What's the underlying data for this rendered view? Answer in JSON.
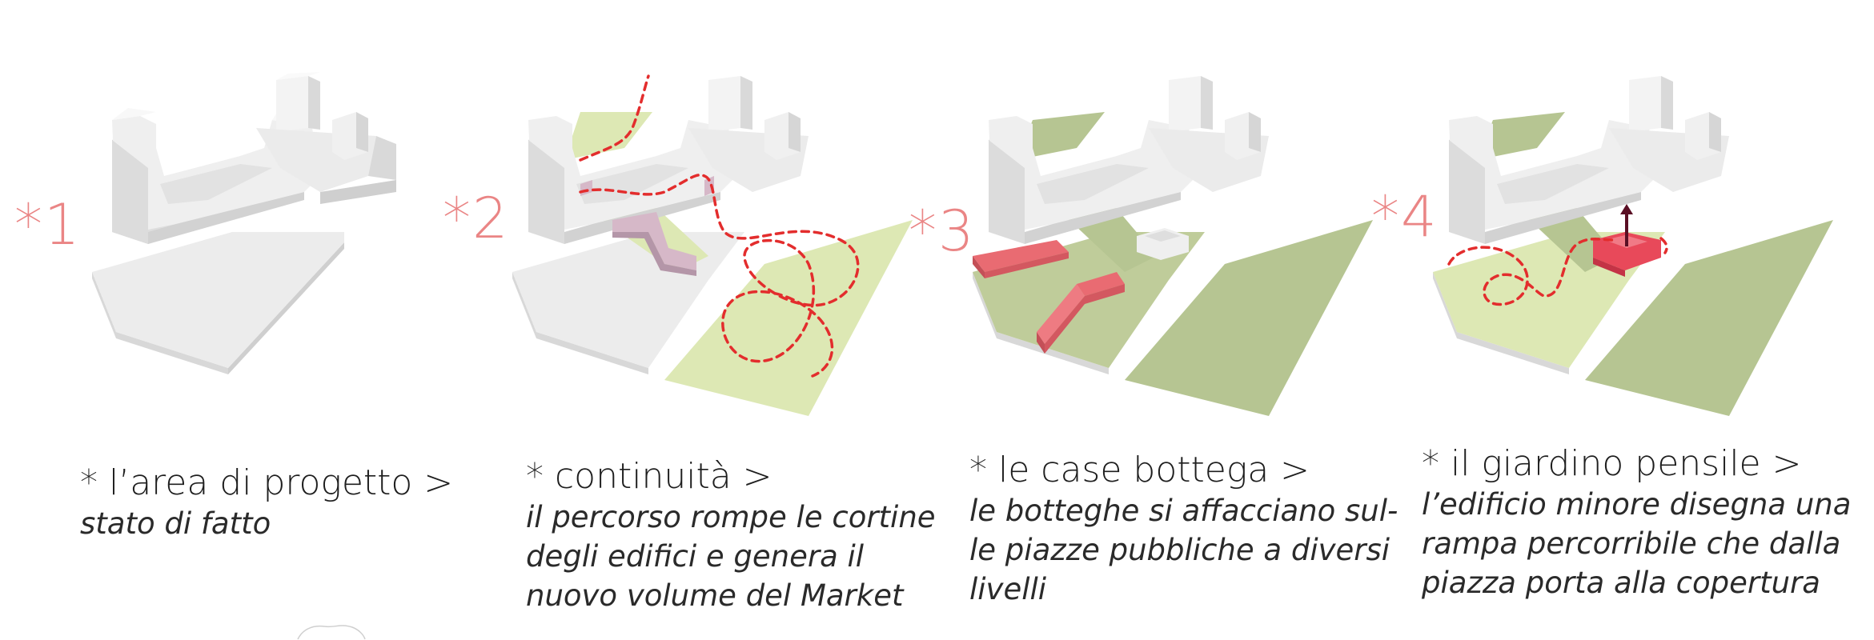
{
  "panels": [
    {
      "number": "*1",
      "heading": "* l’area di progetto >",
      "lines": [
        "stato di fatto"
      ]
    },
    {
      "number": "*2",
      "heading": "* continuità >",
      "lines": [
        "il percorso rompe le cortine",
        "degli edifici e genera il",
        "nuovo volume del Market"
      ]
    },
    {
      "number": "*3",
      "heading": "* le case bottega >",
      "lines": [
        "le botteghe si affacciano sul-",
        "le piazze pubbliche a diversi",
        "livelli"
      ]
    },
    {
      "number": "*4",
      "heading": "* il giardino pensile >",
      "lines": [
        "l’edificio minore disegna una",
        "rampa percorribile che dalla",
        "piazza porta alla copertura"
      ]
    }
  ],
  "colors": {
    "number": "#ea8585",
    "building": "#ececec",
    "light_green": "#dde8b4",
    "dark_green": "#b6c592",
    "path_red": "#e32d2d",
    "shop_red": "#e96b72",
    "market_purple": "#d6b8c8",
    "arrow": "#5a0f24"
  }
}
